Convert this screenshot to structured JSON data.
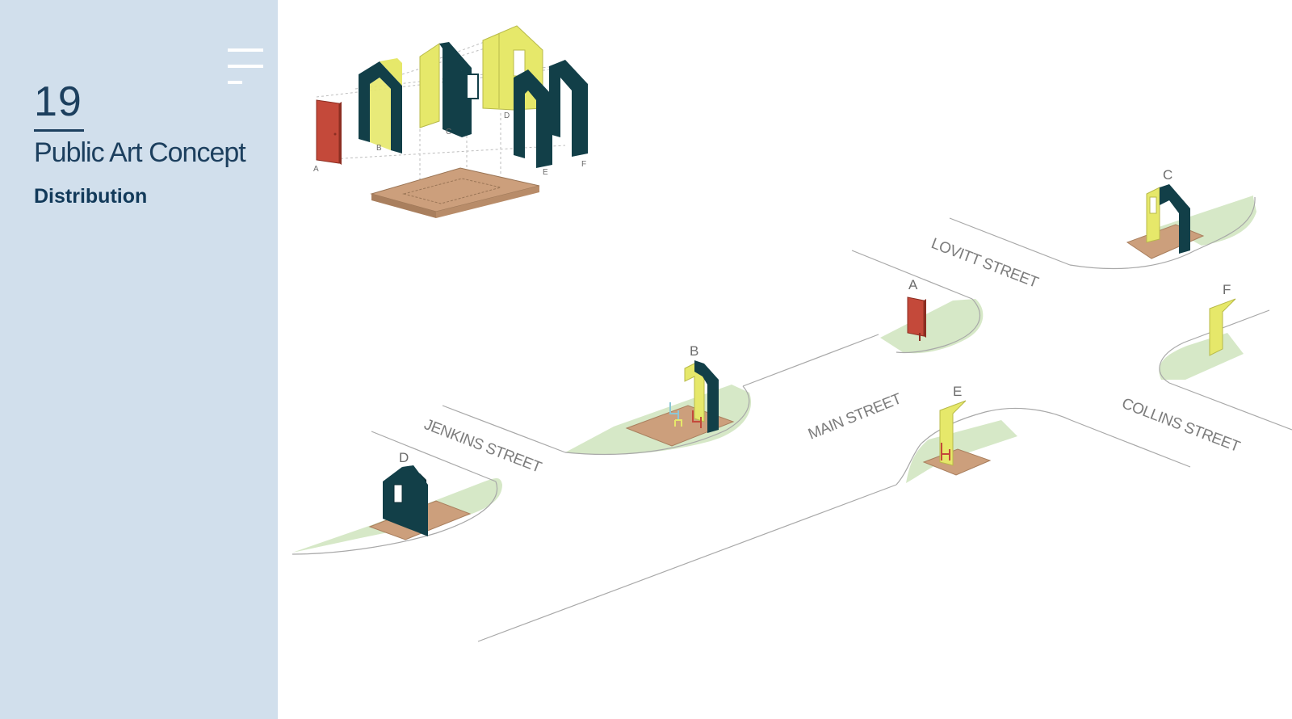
{
  "header": {
    "page_number": "19",
    "title": "Public Art Concept",
    "subtitle": "Distribution"
  },
  "menu": {
    "icon": "hamburger-menu-icon"
  },
  "exploded_view": {
    "labels": [
      "A",
      "B",
      "C",
      "D",
      "E",
      "F"
    ]
  },
  "streets": {
    "lovitt": "LOVITT STREET",
    "main": "MAIN STREET",
    "jenkins": "JENKINS STREET",
    "collins": "COLLINS STREET"
  },
  "pavilions": {
    "a": "A",
    "b": "B",
    "c": "C",
    "d": "D",
    "e": "E",
    "f": "F"
  },
  "colors": {
    "sidebar_bg": "#d1dfec",
    "title_text": "#1c3f5e",
    "dark_panel": "#123f48",
    "yellow_panel": "#e6e86a",
    "red_door": "#c4493a",
    "deck": "#cc9f7c",
    "grass": "#d6e8c7",
    "road_line": "#a8a8a8"
  }
}
